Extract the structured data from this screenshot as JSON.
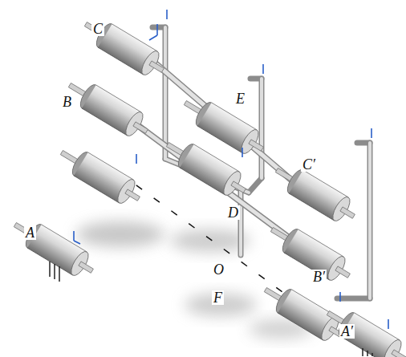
{
  "diagram": {
    "labels": [
      "C",
      "E",
      "B",
      "C′",
      "A",
      "D",
      "O",
      "F",
      "B′",
      "A′"
    ]
  }
}
